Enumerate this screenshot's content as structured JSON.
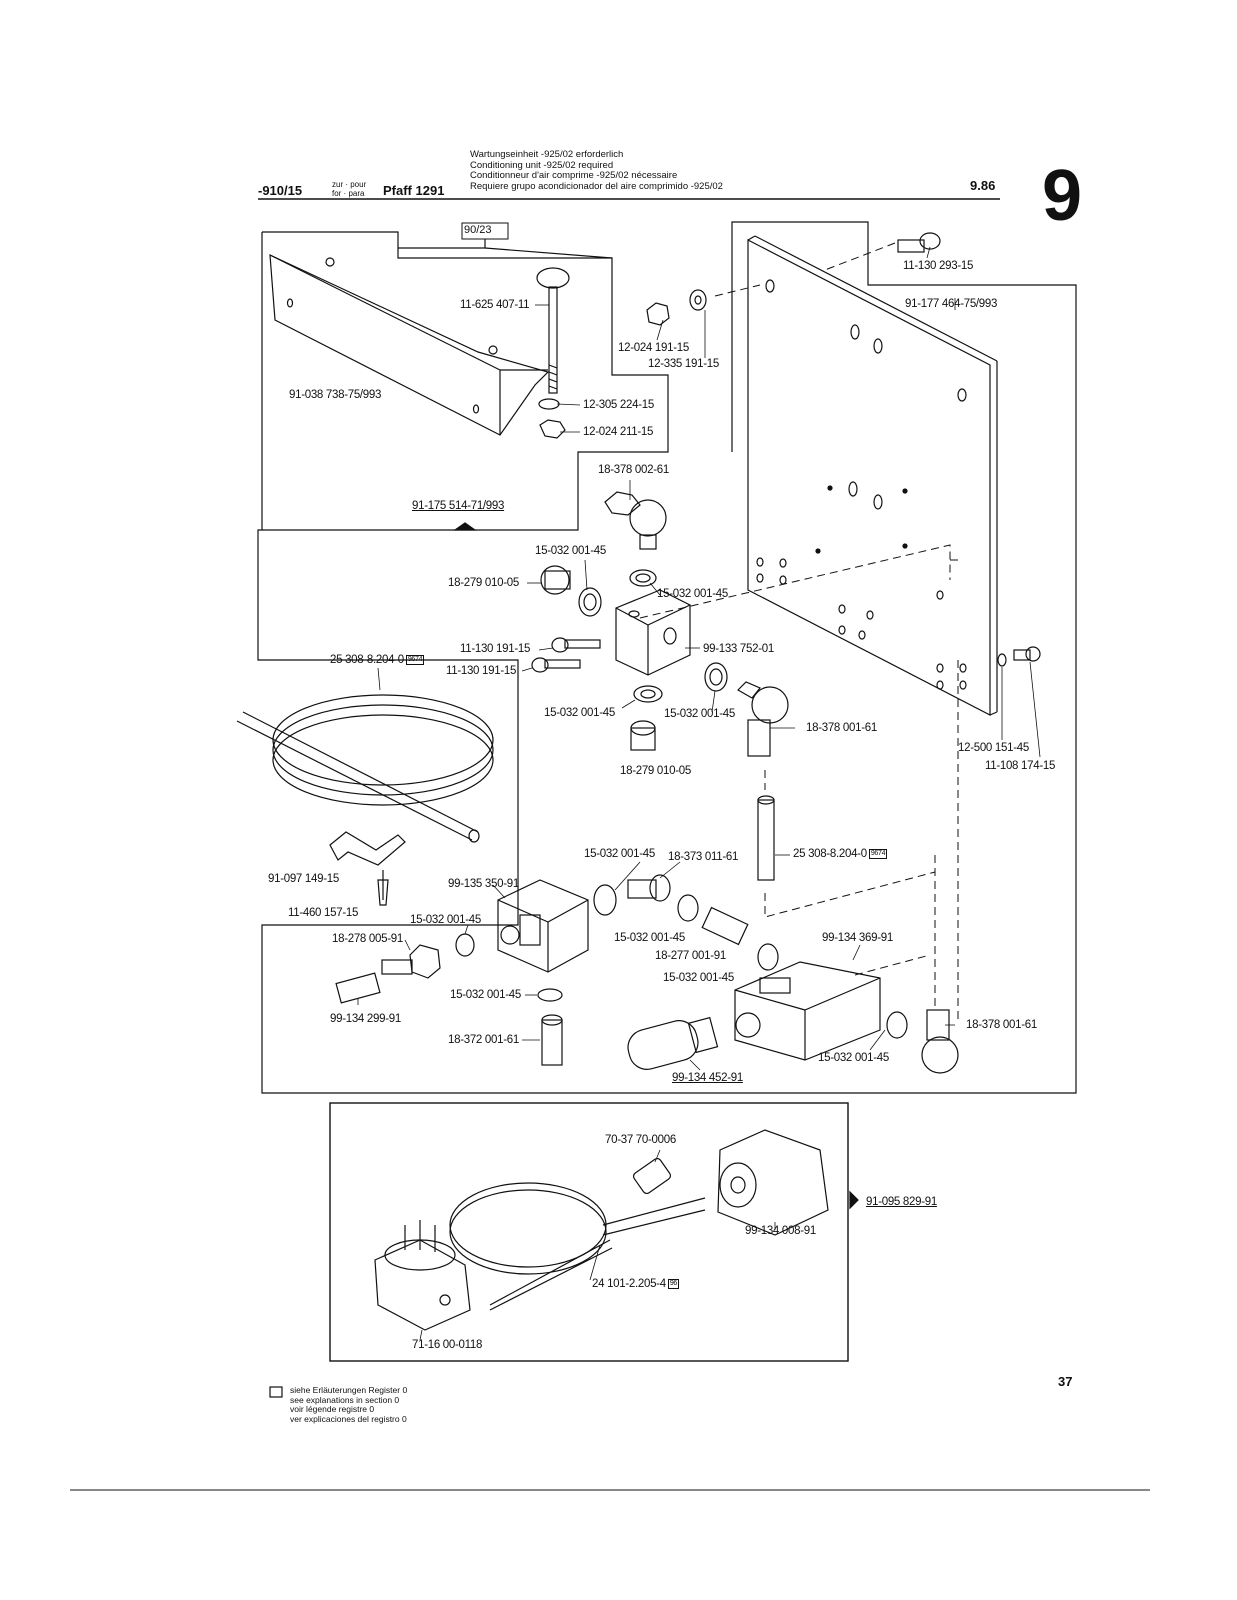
{
  "header": {
    "model_prefix": "-910/15",
    "zur_pour": "zur · pour",
    "for_para": "for · para",
    "model": "Pfaff 1291",
    "notes": [
      "Wartungseinheit -925/02 erforderlich",
      "Conditioning unit -925/02 required",
      "Conditionneur d'air comprime -925/02 nécessaire",
      "Requiere grupo acondicionador del aire comprimido -925/02"
    ],
    "date": "9.86",
    "section": "9"
  },
  "ref_box": "90/23",
  "parts": {
    "p1": "11-130 293-15",
    "p2": "91-177 464-75/993",
    "p3": "11-625 407-11",
    "p4": "12-024 191-15",
    "p5": "12-335 191-15",
    "p6": "91-038 738-75/993",
    "p7": "12-305 224-15",
    "p8": "12-024 211-15",
    "p9": "18-378 002-61",
    "p10": "91-175 514-71/993",
    "p11": "15-032 001-45",
    "p12": "18-279 010-05",
    "p13": "15-032 001-45",
    "p14": "11-130 191-15",
    "p15": "11-130 191-15",
    "p16": "99-133 752-01",
    "p17": "25 308-8.204-0",
    "p18": "15-032 001-45",
    "p19": "15-032 001-45",
    "p20": "18-378 001-61",
    "p21": "18-279 010-05",
    "p22": "12-500 151-45",
    "p23": "11-108 174-15",
    "p24": "15-032 001-45",
    "p25": "18-373 011-61",
    "p26": "25 308-8.204-0",
    "p27": "91-097 149-15",
    "p28": "99-135 350-91",
    "p29": "11-460 157-15",
    "p30": "15-032 001-45",
    "p31": "18-278 005-91",
    "p32": "15-032 001-45",
    "p33": "18-277 001-91",
    "p34": "99-134 369-91",
    "p35": "15-032 001-45",
    "p36": "15-032 001-45",
    "p37": "99-134 299-91",
    "p38": "18-372 001-61",
    "p39": "18-378 001-61",
    "p40": "15-032 001-45",
    "p41": "99-134 452-91",
    "p42": "70-37 70-0006",
    "p43": "91-095 829-91",
    "p44": "99-134 008-91",
    "p45": "24 101-2.205-4",
    "p46": "71-16 00-0118"
  },
  "ref_marks": {
    "r9674a": "9674",
    "r9674b": "9674",
    "r96": "96"
  },
  "legend": [
    "siehe Erläuterungen Register 0",
    "see explanations in section 0",
    "voir légende registre 0",
    "ver explicaciones del registro 0"
  ],
  "page_number": "37"
}
